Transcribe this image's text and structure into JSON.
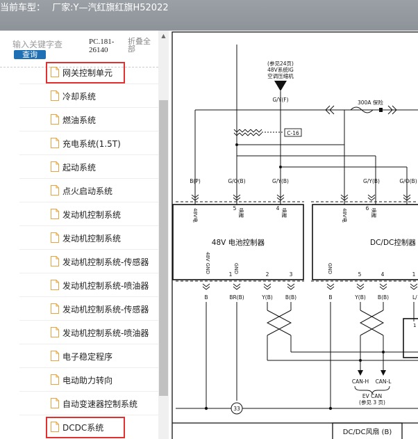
{
  "titlebar": {
    "label": "当前车型：",
    "vehicle": "厂家:Y—汽红旗红旗H52022"
  },
  "sidebar": {
    "search_placeholder": "输入关键字查",
    "search_button": "查询",
    "page_code": "PC.181-26140",
    "collapse_all": "折叠全部",
    "items": [
      {
        "label": "网关控制单元",
        "highlighted": true
      },
      {
        "label": "冷却系统"
      },
      {
        "label": "燃油系统"
      },
      {
        "label": "充电系统(1.5T)"
      },
      {
        "label": "起动系统"
      },
      {
        "label": "点火启动系统"
      },
      {
        "label": "发动机控制系统"
      },
      {
        "label": "发动机控制系统"
      },
      {
        "label": "发动机控制系统-传感器"
      },
      {
        "label": "发动机控制系统-喷油器"
      },
      {
        "label": "发动机控制系统-传感器"
      },
      {
        "label": "发动机控制系统-喷油器"
      },
      {
        "label": "电子稳定程序"
      },
      {
        "label": "电动助力转向"
      },
      {
        "label": "自动变速器控制系统"
      },
      {
        "label": "DCDC系统",
        "highlighted": true
      }
    ]
  },
  "diagram": {
    "ref_top_1": "(参见24页)",
    "ref_top_2": "48V系统IG",
    "ref_top_3": "空调压缩机",
    "wire_gyf": "G/Y(F)",
    "fuse_label": "300A 保险",
    "connector_c16": "C-16",
    "wire_bp": "B(P)",
    "wire_gob_1": "G/O(B)",
    "wire_gyb_1": "G/Y(B)",
    "wire_gyb_2": "G/Y(B)",
    "wire_gob_2": "G/O(B)",
    "battery_controller": "48V 电池控制器",
    "dcdc_controller": "DC/DC控制器",
    "pin_48v_1": "48V电",
    "pin_5": "5",
    "pin_5_label": "唤醒",
    "pin_4": "4",
    "pin_4_label": "唤醒",
    "pin_48v_2": "48V电",
    "pin_6": "6",
    "pin_6_label": "唤醒",
    "pin_48v_gnd": "48V GND",
    "pin_gnd": "GND",
    "pin_gnd_2": "GND",
    "num_1": "1",
    "num_2": "2",
    "num_3": "3",
    "num_5b": "5",
    "num_4b": "4",
    "num_1b": "1",
    "wire_b_1": "B",
    "wire_brb": "BR(B)",
    "wire_yb_1": "Y(B)",
    "wire_bb_1": "B(B)",
    "wire_b_2": "B",
    "wire_yb_2": "Y(B)",
    "wire_bb_2": "B(B)",
    "wire_l": "L/",
    "can_h": "CAN-H",
    "can_l": "CAN-L",
    "ev_can": "EV CAN",
    "ref_bottom": "(参见 3 页)",
    "ground_num": "33",
    "fan_label": "DC/DC风扇 (B)",
    "box_num": "1"
  }
}
